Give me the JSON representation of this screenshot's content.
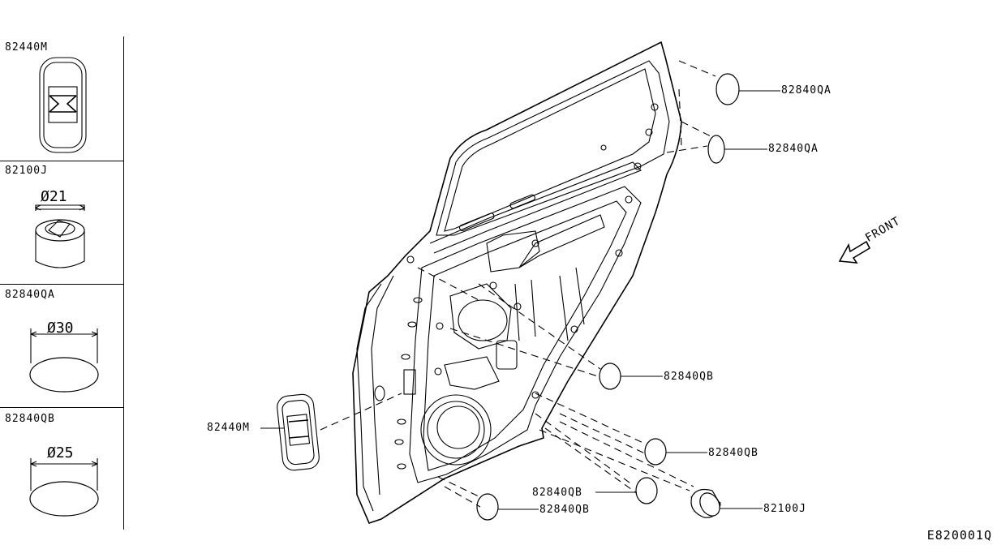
{
  "sidebar": {
    "parts": [
      {
        "code": "82440M"
      },
      {
        "code": "82100J",
        "diameter": "Ø21"
      },
      {
        "code": "82840QA",
        "diameter": "Ø30"
      },
      {
        "code": "82840QB",
        "diameter": "Ø25"
      }
    ]
  },
  "callouts": {
    "qa_top": "82840QA",
    "qa_second": "82840QA",
    "qb_mid": "82840QB",
    "qb_lower": "82840QB",
    "qb_bottom_upper": "82840QB",
    "qb_bottom_lower": "82840QB",
    "switch": "82440M",
    "bumper": "82100J"
  },
  "front_label": "FRONT",
  "diagram_code": "E820001Q"
}
